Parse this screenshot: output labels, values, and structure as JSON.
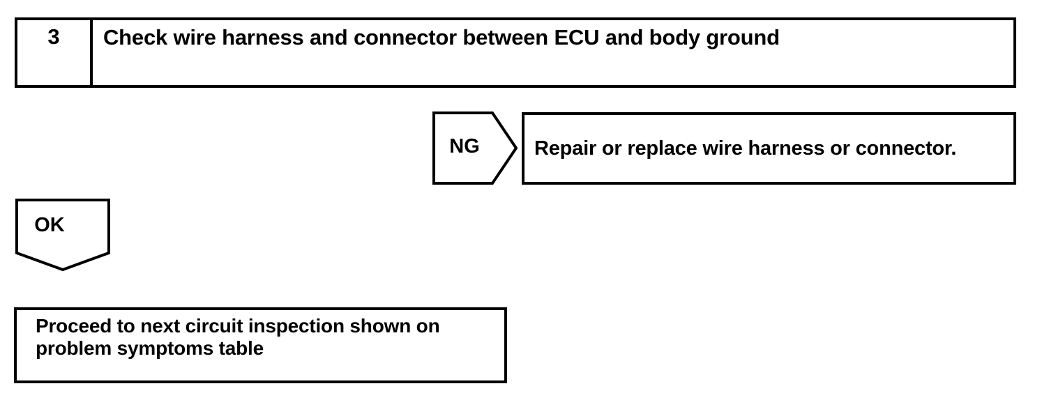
{
  "diagram": {
    "type": "troubleshooting-flowchart",
    "colors": {
      "line": "#000000",
      "background": "#ffffff",
      "text": "#000000"
    },
    "step": {
      "number": "3",
      "title": "Check wire harness and connector between ECU and body ground"
    },
    "branches": {
      "ng": {
        "label": "NG",
        "result_text": "Repair or replace wire harness or connector."
      },
      "ok": {
        "label": "OK",
        "result_text": "Proceed to next circuit inspection shown on\nproblem symptoms table"
      }
    }
  }
}
